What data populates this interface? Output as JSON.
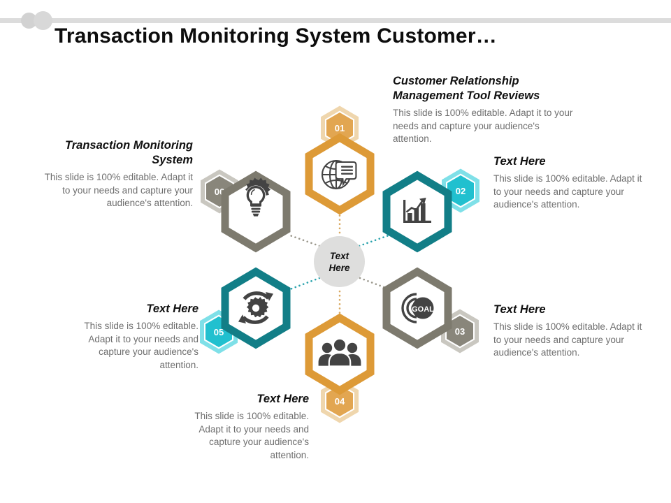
{
  "title": "Transaction Monitoring System Customer…",
  "decor": {
    "rule_color": "#dcdcdc",
    "dot_color": "#d2d2d2"
  },
  "center": {
    "label_line1": "Text",
    "label_line2": "Here",
    "fill": "#dededd"
  },
  "palette": {
    "orange": "#dd9a37",
    "orange_badge": "#e2a651",
    "orange_badge_ring": "#efd6ad",
    "teal": "#127e87",
    "teal_badge": "#21c0cf",
    "teal_badge_ring": "#7fe0e8",
    "taupe": "#7d7a6e",
    "taupe_badge": "#89867b",
    "taupe_badge_ring": "#c9c7c0",
    "icon": "#434343",
    "body_text": "#6e6e6e",
    "head_text": "#111111"
  },
  "body_text_default": "This slide is 100% editable. Adapt it to your needs and capture your audience's attention.",
  "blocks": {
    "crm": {
      "heading": "Customer Relationship Management Tool Reviews",
      "body": "This slide is 100% editable. Adapt it to your needs and capture your audience's attention."
    },
    "tms": {
      "heading": "Transaction Monitoring System",
      "body": "This slide is 100% editable. Adapt it to your needs and capture your audience's attention."
    },
    "right_top": {
      "heading": "Text Here",
      "body": "This slide is 100% editable. Adapt it to your needs and capture your audience's attention."
    },
    "right_bottom": {
      "heading": "Text Here",
      "body": "This slide is 100% editable. Adapt it to your needs and capture your audience's attention."
    },
    "left_bottom": {
      "heading": "Text Here",
      "body": "This slide is 100% editable. Adapt it to your needs and capture your audience's attention."
    },
    "bottom": {
      "heading": "Text Here",
      "body": "This slide is 100% editable. Adapt it to your needs and capture your audience's attention."
    }
  },
  "nodes": [
    {
      "id": "01",
      "badge": "01",
      "icon": "globe-message-icon",
      "color": "#dd9a37",
      "badge_color": "#e2a651",
      "badge_ring": "#efd6ad",
      "position": "top"
    },
    {
      "id": "02",
      "badge": "02",
      "icon": "growth-chart-icon",
      "color": "#127e87",
      "badge_color": "#21c0cf",
      "badge_ring": "#7fe0e8",
      "position": "upper-right"
    },
    {
      "id": "03",
      "badge": "03",
      "icon": "goal-target-icon",
      "color": "#7d7a6e",
      "badge_color": "#89867b",
      "badge_ring": "#c9c7c0",
      "position": "lower-right"
    },
    {
      "id": "04",
      "badge": "04",
      "icon": "team-people-icon",
      "color": "#dd9a37",
      "badge_color": "#e2a651",
      "badge_ring": "#efd6ad",
      "position": "bottom"
    },
    {
      "id": "05",
      "badge": "05",
      "icon": "refresh-gear-icon",
      "color": "#127e87",
      "badge_color": "#21c0cf",
      "badge_ring": "#7fe0e8",
      "position": "lower-left"
    },
    {
      "id": "06",
      "badge": "06",
      "icon": "lightbulb-gear-icon",
      "color": "#7d7a6e",
      "badge_color": "#89867b",
      "badge_ring": "#c9c7c0",
      "position": "upper-left"
    }
  ]
}
